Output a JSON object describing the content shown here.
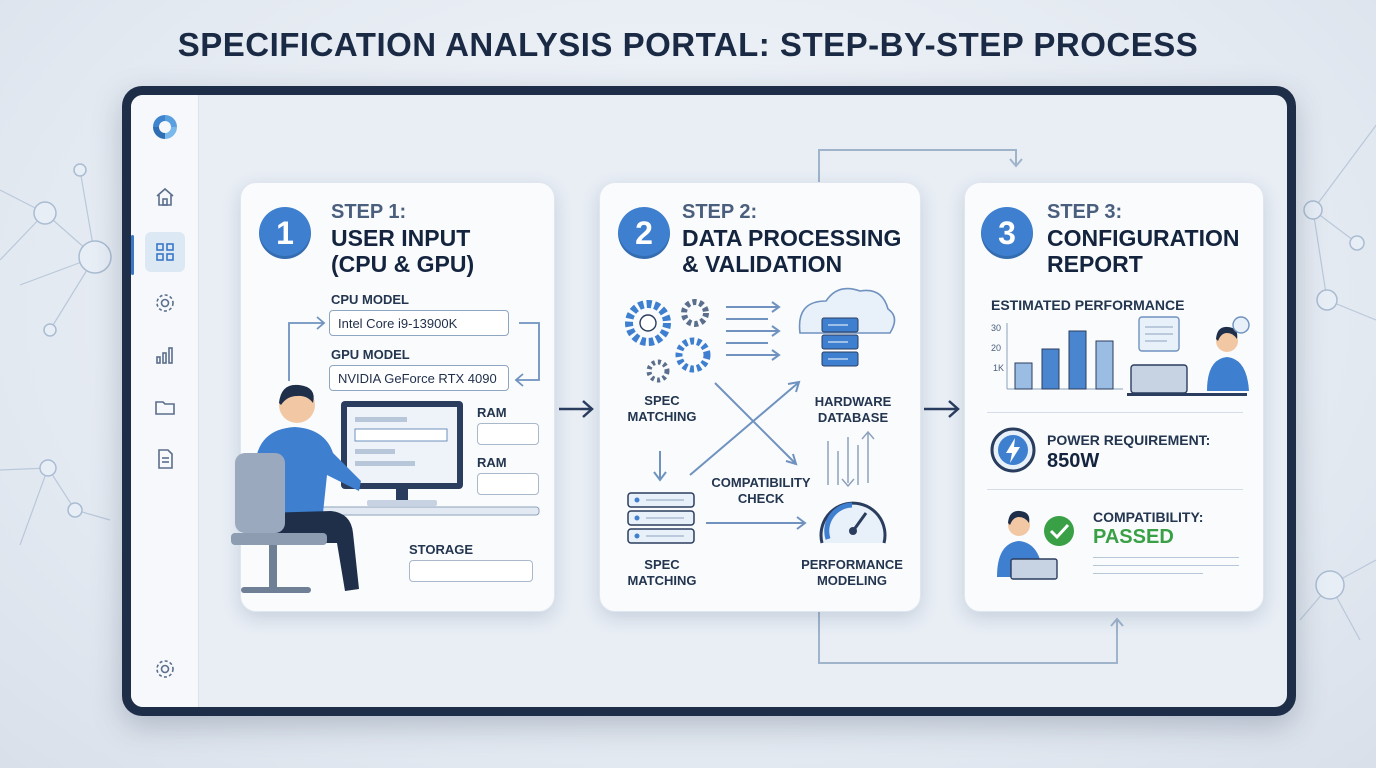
{
  "title": "SPECIFICATION ANALYSIS PORTAL: STEP-BY-STEP PROCESS",
  "sidebar": {
    "items": [
      "logo-icon",
      "home-icon",
      "dashboard-icon",
      "settings-icon",
      "chart-icon",
      "folder-icon",
      "document-icon",
      "gear-icon"
    ],
    "accent": "#3b78c4"
  },
  "step1": {
    "number": "1",
    "label": "STEP 1:",
    "title_line1": "USER INPUT",
    "title_line2": "(CPU & GPU)",
    "cpu_label": "CPU MODEL",
    "cpu_value": "Intel Core i9-13900K",
    "gpu_label": "GPU MODEL",
    "gpu_value": "NVIDIA GeForce RTX 4090",
    "ram_label_1": "RAM",
    "ram_label_2": "RAM",
    "storage_label": "STORAGE"
  },
  "step2": {
    "number": "2",
    "label": "STEP 2:",
    "title_line1": "DATA PROCESSING",
    "title_line2": "& VALIDATION",
    "spec_matching_top_1": "SPEC",
    "spec_matching_top_2": "MATCHING",
    "hardware_db_1": "HARDWARE",
    "hardware_db_2": "DATABASE",
    "compat_check_1": "COMPATIBILITY",
    "compat_check_2": "CHECK",
    "spec_matching_bottom_1": "SPEC",
    "spec_matching_bottom_2": "MATCHING",
    "perf_modeling_1": "PERFORMANCE",
    "perf_modeling_2": "MODELING"
  },
  "step3": {
    "number": "3",
    "label": "STEP 3:",
    "title_line1": "CONFIGURATION",
    "title_line2": "REPORT",
    "estimated_performance": "ESTIMATED PERFORMANCE",
    "power_label": "POWER REQUIREMENT:",
    "power_value": "850W",
    "compat_label": "COMPATIBILITY:",
    "compat_value": "PASSED",
    "pass_color": "#3aa046"
  },
  "chart_data": {
    "type": "bar",
    "categories": [
      "",
      "",
      "",
      ""
    ],
    "values": [
      1.3,
      2.0,
      2.9,
      2.4
    ],
    "ytick_labels": [
      "30",
      "20",
      "1K"
    ],
    "color": "#4a86cf"
  }
}
